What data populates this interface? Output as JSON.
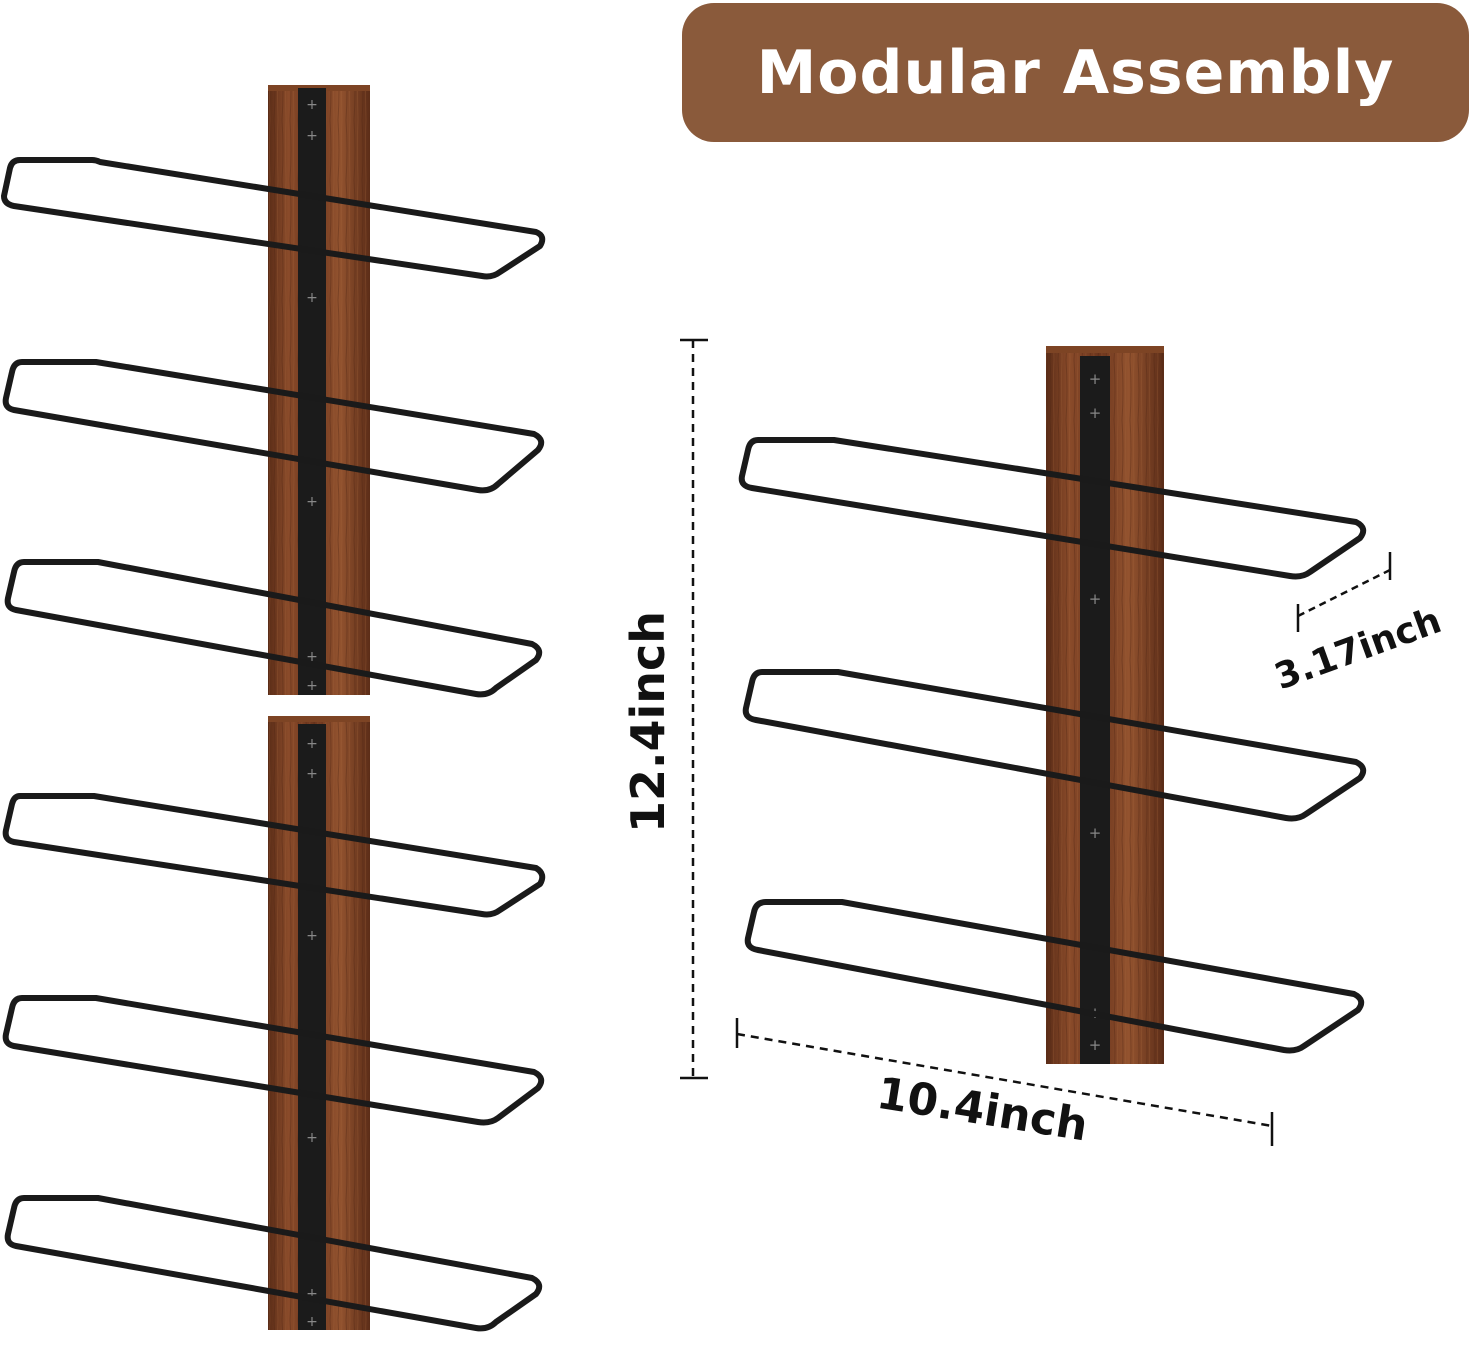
{
  "banner": {
    "title": "Modular Assembly",
    "bg_color": "#8a5a3b",
    "text_color": "#ffffff"
  },
  "dimensions": {
    "height": "12.4inch",
    "width": "10.4inch",
    "depth": "3.17inch"
  },
  "product": {
    "wood_color": "#6e3a22",
    "metal_color": "#1a1a1a",
    "rack_modules": 3,
    "bars_per_module": 3
  }
}
